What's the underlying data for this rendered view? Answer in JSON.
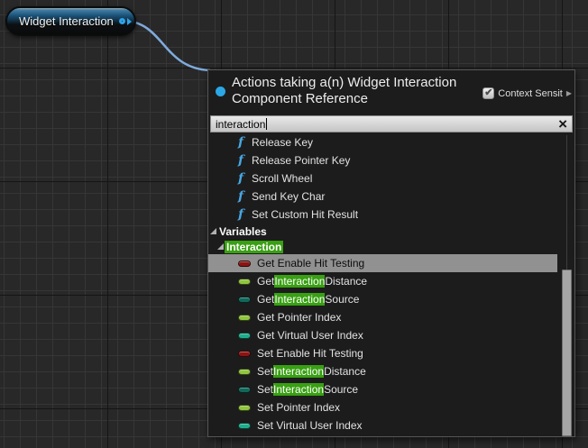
{
  "colors": {
    "canvas_bg": "#282828",
    "wire": "#7fabdc",
    "accent_blue": "#2ba7e6",
    "match_highlight": "#38a012",
    "selected_row": "#919191",
    "pill_bool": "#8c1414",
    "pill_float": "#90c53e",
    "pill_enum": "#11685a",
    "pill_int": "#1fae8c"
  },
  "node": {
    "title": "Widget Interaction"
  },
  "menu": {
    "title": {
      "line1": "Actions taking a(n) Widget Interaction",
      "line2": "Component Reference"
    },
    "context_sensitive": {
      "label": "Context Sensit",
      "checked": true
    },
    "search": {
      "value": "interaction"
    },
    "icons": {
      "function": "f",
      "clear": "×",
      "check": "✔",
      "submenu_arrow": "▶"
    },
    "function_items": [
      {
        "label": "Release Key"
      },
      {
        "label": "Release Pointer Key"
      },
      {
        "label": "Scroll Wheel"
      },
      {
        "label": "Send Key Char"
      },
      {
        "label": "Set Custom Hit Result"
      }
    ],
    "categories": [
      {
        "label": "Variables",
        "highlighted": false
      },
      {
        "label": "Interaction",
        "highlighted": true
      }
    ],
    "variable_items": [
      {
        "pre": "Get Enable Hit Testing",
        "match": "",
        "post": "",
        "type": "bool",
        "selected": true
      },
      {
        "pre": "Get ",
        "match": "Interaction",
        "post": " Distance",
        "type": "float",
        "selected": false
      },
      {
        "pre": "Get ",
        "match": "Interaction",
        "post": " Source",
        "type": "enum",
        "selected": false
      },
      {
        "pre": "Get Pointer Index",
        "match": "",
        "post": "",
        "type": "float",
        "selected": false
      },
      {
        "pre": "Get Virtual User Index",
        "match": "",
        "post": "",
        "type": "int",
        "selected": false
      },
      {
        "pre": "Set Enable Hit Testing",
        "match": "",
        "post": "",
        "type": "bool",
        "selected": false
      },
      {
        "pre": "Set ",
        "match": "Interaction",
        "post": " Distance",
        "type": "float",
        "selected": false
      },
      {
        "pre": "Set ",
        "match": "Interaction",
        "post": " Source",
        "type": "enum",
        "selected": false
      },
      {
        "pre": "Set Pointer Index",
        "match": "",
        "post": "",
        "type": "float",
        "selected": false
      },
      {
        "pre": "Set Virtual User Index",
        "match": "",
        "post": "",
        "type": "int",
        "selected": false
      }
    ]
  }
}
